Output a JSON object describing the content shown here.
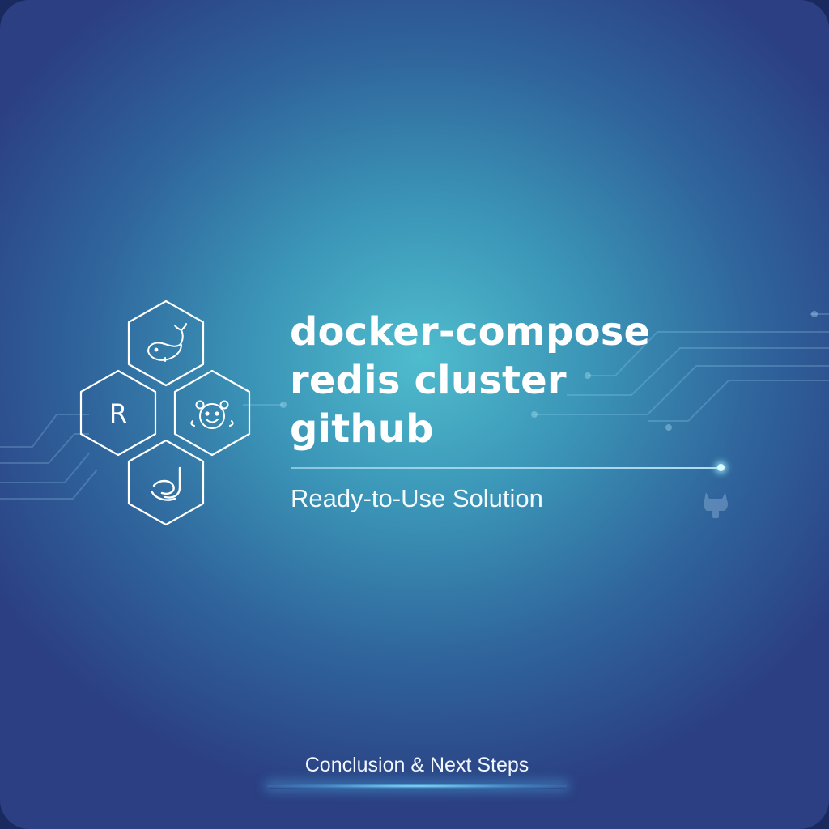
{
  "title": {
    "line1": "docker-compose",
    "line2": "redis cluster",
    "line3": "github"
  },
  "subtitle": "Ready-to-Use Solution",
  "hex_icons": {
    "top": "docker-whale-icon",
    "left_letter": "R",
    "right": "bear-face-icon",
    "bottom": "swirl-logo-icon"
  },
  "footer": {
    "label": "Conclusion & Next Steps"
  },
  "colors": {
    "background_center": "#4fbccd",
    "background_edge": "#2b3f82",
    "text": "#ffffff",
    "accent_glow": "#8cebff"
  }
}
